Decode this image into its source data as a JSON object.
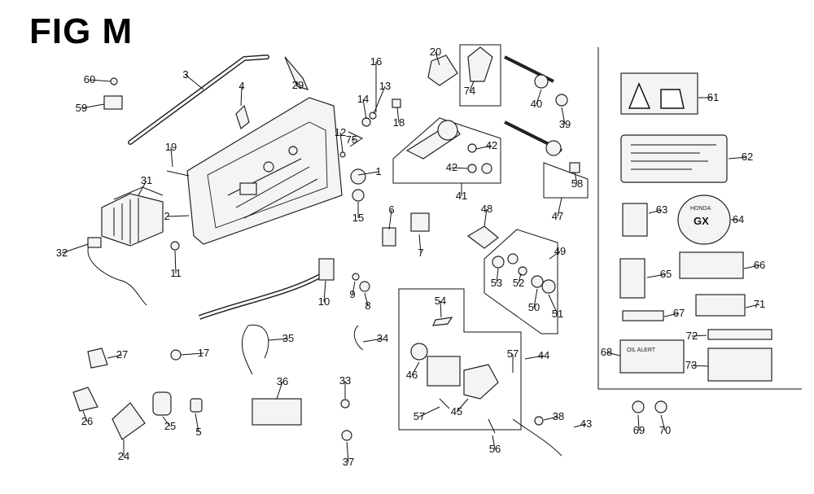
{
  "figure": {
    "title": "FIG M"
  },
  "parts": [
    {
      "num": "1"
    },
    {
      "num": "2"
    },
    {
      "num": "3"
    },
    {
      "num": "4"
    },
    {
      "num": "5"
    },
    {
      "num": "6"
    },
    {
      "num": "7"
    },
    {
      "num": "8"
    },
    {
      "num": "9"
    },
    {
      "num": "10"
    },
    {
      "num": "11"
    },
    {
      "num": "12"
    },
    {
      "num": "13"
    },
    {
      "num": "14"
    },
    {
      "num": "15"
    },
    {
      "num": "16"
    },
    {
      "num": "17"
    },
    {
      "num": "18"
    },
    {
      "num": "19"
    },
    {
      "num": "20"
    },
    {
      "num": "24"
    },
    {
      "num": "25"
    },
    {
      "num": "26"
    },
    {
      "num": "27"
    },
    {
      "num": "29"
    },
    {
      "num": "31"
    },
    {
      "num": "32"
    },
    {
      "num": "33"
    },
    {
      "num": "34"
    },
    {
      "num": "35"
    },
    {
      "num": "36"
    },
    {
      "num": "37"
    },
    {
      "num": "38"
    },
    {
      "num": "39"
    },
    {
      "num": "40"
    },
    {
      "num": "41"
    },
    {
      "num": "42"
    },
    {
      "num": "42"
    },
    {
      "num": "43"
    },
    {
      "num": "44"
    },
    {
      "num": "45"
    },
    {
      "num": "46"
    },
    {
      "num": "47"
    },
    {
      "num": "48"
    },
    {
      "num": "49"
    },
    {
      "num": "50"
    },
    {
      "num": "51"
    },
    {
      "num": "52"
    },
    {
      "num": "53"
    },
    {
      "num": "54"
    },
    {
      "num": "56"
    },
    {
      "num": "57"
    },
    {
      "num": "57"
    },
    {
      "num": "58"
    },
    {
      "num": "59"
    },
    {
      "num": "60"
    },
    {
      "num": "61"
    },
    {
      "num": "62"
    },
    {
      "num": "63"
    },
    {
      "num": "64"
    },
    {
      "num": "65"
    },
    {
      "num": "66"
    },
    {
      "num": "67"
    },
    {
      "num": "68"
    },
    {
      "num": "69"
    },
    {
      "num": "70"
    },
    {
      "num": "71"
    },
    {
      "num": "72"
    },
    {
      "num": "73"
    },
    {
      "num": "74"
    },
    {
      "num": "75"
    }
  ],
  "labels": {
    "oil_alert": "OIL ALERT",
    "honda": "HONDA",
    "gx": "GX"
  }
}
